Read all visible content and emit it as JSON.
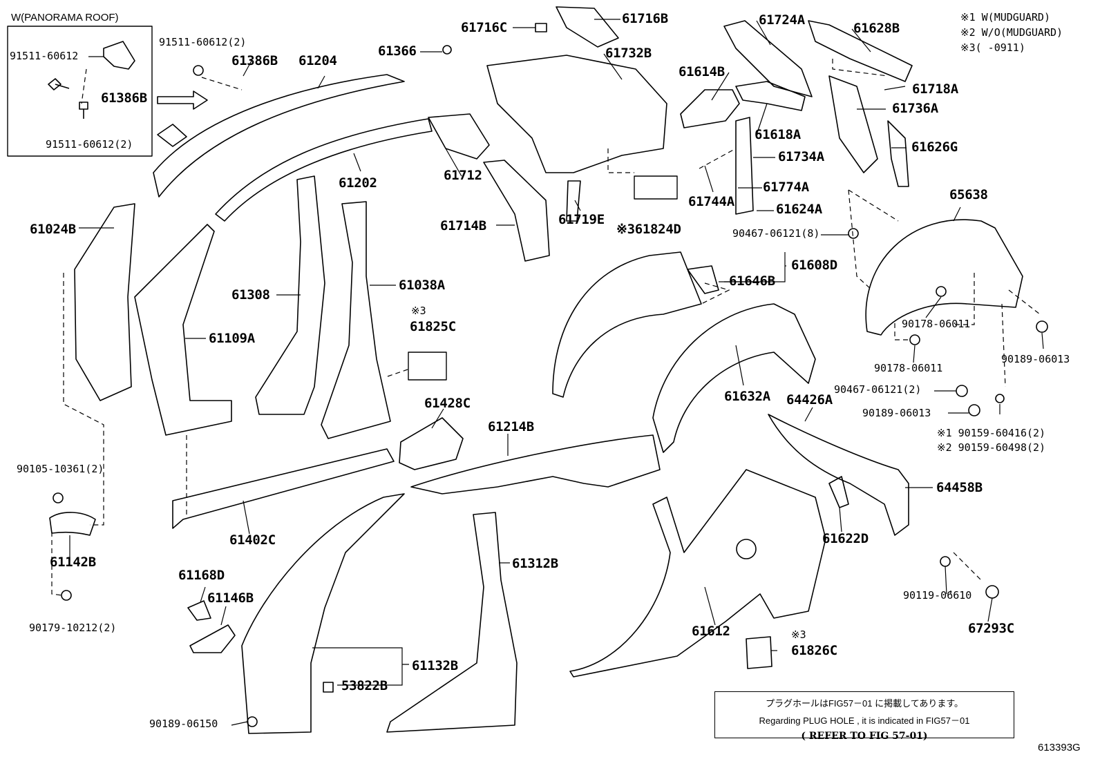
{
  "inset": {
    "title": "W(PANORAMA ROOF)"
  },
  "legend": [
    "※1 W(MUDGUARD)",
    "※2 W/O(MUDGUARD)",
    "※3(      -0911)"
  ],
  "labels": {
    "p91511_60612": "91511-60612",
    "p91511_60612_2a": "91511-60612(2)",
    "p91511_60612_2b": "91511-60612(2)",
    "p61386B_a": "61386B",
    "p61386B_b": "61386B",
    "p61204": "61204",
    "p61366": "61366",
    "p61716C": "61716C",
    "p61716B": "61716B",
    "p61732B": "61732B",
    "p61724A": "61724A",
    "p61628B": "61628B",
    "p61718A": "61718A",
    "p61614B": "61614B",
    "p61736A": "61736A",
    "p61618A": "61618A",
    "p61626G": "61626G",
    "p61734A": "61734A",
    "p61202": "61202",
    "p61712": "61712",
    "p61774A": "61774A",
    "p61744A": "61744A",
    "p61624A": "61624A",
    "p65638": "65638",
    "p61024B": "61024B",
    "p61714B": "61714B",
    "p61719E": "61719E",
    "p61824D": "※361824D",
    "p90467_8": "90467-06121(8)",
    "p61608D": "61608D",
    "p61646B": "61646B",
    "p61308": "61308",
    "p61038A": "61038A",
    "p61109A": "61109A",
    "p61825C_mark": "※3",
    "p61825C": "61825C",
    "p90178_a": "90178-06011",
    "p90178_b": "90178-06011",
    "p90189_06013a": "90189-06013",
    "p90467_2": "90467-06121(2)",
    "p90189_06013b": "90189-06013",
    "p61632A": "61632A",
    "p64426A": "64426A",
    "p61428C": "61428C",
    "p61214B": "61214B",
    "p90159_1": "※1 90159-60416(2)",
    "p90159_2": "※2 90159-60498(2)",
    "p90105": "90105-10361(2)",
    "p64458B": "64458B",
    "p61402C": "61402C",
    "p61622D": "61622D",
    "p61142B": "61142B",
    "p61312B": "61312B",
    "p90119": "90119-06610",
    "p61168D": "61168D",
    "p61146B": "61146B",
    "p67293C": "67293C",
    "p61612": "61612",
    "p90179": "90179-10212(2)",
    "p61826C_mark": "※3",
    "p61826C": "61826C",
    "p61132B": "61132B",
    "p53822B": "53822B",
    "p90189_06150": "90189-06150"
  },
  "notebox": {
    "line1": "プラグホールはFIG57－01 に掲載してあります。",
    "line2": "Regarding PLUG HOLE , it is indicated in FIG57－01",
    "line3": "( REFER TO FIG 57-01)"
  },
  "figure_id": "613393G"
}
